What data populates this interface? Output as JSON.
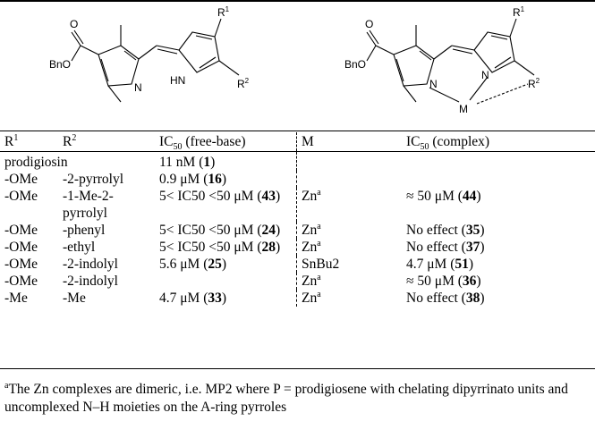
{
  "structures": {
    "free_base": {
      "r1": "R",
      "r1_sup": "1",
      "r2": "R",
      "r2_sup": "2",
      "o": "O",
      "bno": "BnO",
      "n": "N",
      "hn": "HN"
    },
    "complex": {
      "r1": "R",
      "r1_sup": "1",
      "r2": "R",
      "r2_sup": "2",
      "o": "O",
      "bno": "BnO",
      "n": "N",
      "n2": "N",
      "m": "M"
    }
  },
  "table": {
    "headers": {
      "r1": "R",
      "r1_sup": "1",
      "r2": "R",
      "r2_sup": "2",
      "ic_free_pre": "IC",
      "ic_free_sub": "50",
      "ic_free_post": " (free-base)",
      "m": "M",
      "ic_complex_pre": "IC",
      "ic_complex_sub": "50",
      "ic_complex_post": " (complex)"
    },
    "rows": [
      {
        "r1": "prodigiosin",
        "r2": "",
        "free_value": "11 nM (",
        "free_ref": "1",
        "free_close": ")",
        "m": "",
        "m_sup": "",
        "complex_value": "",
        "complex_ref": "",
        "complex_close": ""
      },
      {
        "r1": "-OMe",
        "r2": "-2-pyrrolyl",
        "free_value": "0.9 μM (",
        "free_ref": "16",
        "free_close": ")",
        "m": "",
        "m_sup": "",
        "complex_value": "",
        "complex_ref": "",
        "complex_close": ""
      },
      {
        "r1": "-OMe",
        "r2": "-1-Me-2-",
        "r2_line2": "pyrrolyl",
        "free_value": "5< IC50 <50 μM (",
        "free_ref": "43",
        "free_close": ")",
        "m": "Zn",
        "m_sup": "a",
        "complex_value": "≈ 50 μM (",
        "complex_ref": "44",
        "complex_close": ")"
      },
      {
        "r1": "-OMe",
        "r2": "-phenyl",
        "free_value": "5< IC50 <50 μM (",
        "free_ref": "24",
        "free_close": ")",
        "m": "Zn",
        "m_sup": "a",
        "complex_value": "No effect (",
        "complex_ref": "35",
        "complex_close": ")"
      },
      {
        "r1": "-OMe",
        "r2": "-ethyl",
        "free_value": "5< IC50 <50 μM (",
        "free_ref": "28",
        "free_close": ")",
        "m": "Zn",
        "m_sup": "a",
        "complex_value": "No effect (",
        "complex_ref": "37",
        "complex_close": ")"
      },
      {
        "r1": "-OMe",
        "r2": "-2-indolyl",
        "free_value": "5.6 μM (",
        "free_ref": "25",
        "free_close": ")",
        "m": "SnBu2",
        "m_sup": "",
        "complex_value": "4.7 μM (",
        "complex_ref": "51",
        "complex_close": ")"
      },
      {
        "r1": "-OMe",
        "r2": "-2-indolyl",
        "free_value": "",
        "free_ref": "",
        "free_close": "",
        "m": "Zn",
        "m_sup": "a",
        "complex_value": "≈ 50 μM (",
        "complex_ref": "36",
        "complex_close": ")"
      },
      {
        "r1": "-Me",
        "r2": "-Me",
        "free_value": "4.7 μM (",
        "free_ref": "33",
        "free_close": ")",
        "m": "Zn",
        "m_sup": "a",
        "complex_value": "No effect (",
        "complex_ref": "38",
        "complex_close": ")"
      }
    ]
  },
  "footnote": {
    "mark": "a",
    "text": "The Zn complexes are dimeric, i.e. MP2 where P = prodigiosene with chelating dipyrrinato units and uncomplexed N–H moieties on the A-ring pyrroles"
  }
}
